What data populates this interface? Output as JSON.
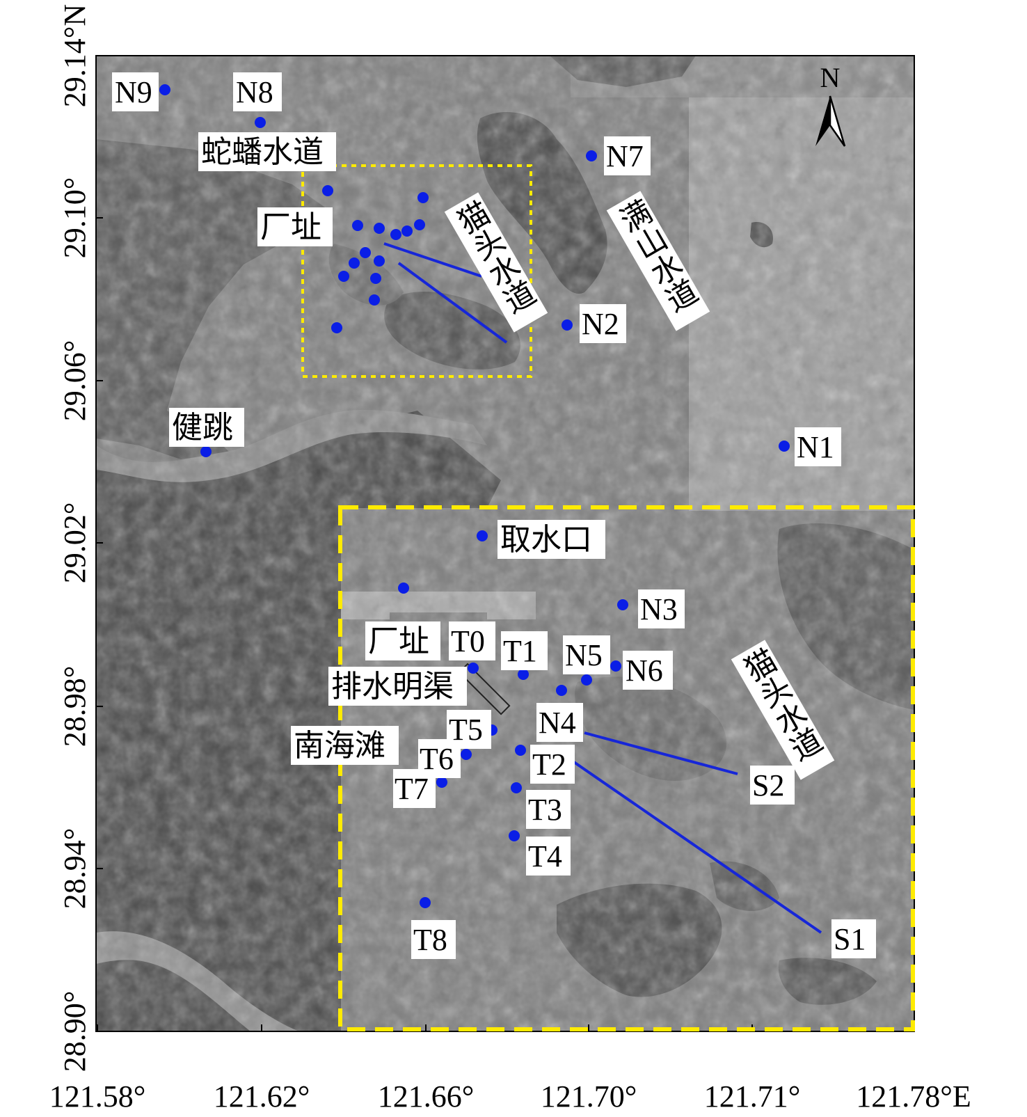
{
  "axes": {
    "x_ticks": [
      "121.58°",
      "121.62°",
      "121.66°",
      "121.70°",
      "121.71°",
      "121.78°E"
    ],
    "y_ticks": [
      "29.14°N",
      "29.10°",
      "29.06°",
      "29.02°",
      "28.98°",
      "28.94°",
      "28.90°"
    ]
  },
  "north_arrow": {
    "label": "N",
    "icon": "north-arrow-icon"
  },
  "colors": {
    "station": "#0a1ee6",
    "line": "#1626d8",
    "box": "#ffeb00",
    "label_bg": "#ffffff"
  },
  "place_labels": {
    "sheban": "蛇蟠水道",
    "changzhi_north": "厂址",
    "maotou_north": "猫头水道",
    "manshan": "满山水道",
    "jiantiao": "健跳",
    "qushuikou": "取水口",
    "changzhi_south": "厂址",
    "paishui": "排水明渠",
    "nanhaitan": "南海滩",
    "maotou_south": "猫头水道"
  },
  "stations": {
    "N1": "N1",
    "N2": "N2",
    "N3": "N3",
    "N4": "N4",
    "N5": "N5",
    "N6": "N6",
    "N7": "N7",
    "N8": "N8",
    "N9": "N9",
    "T0": "T0",
    "T1": "T1",
    "T2": "T2",
    "T3": "T3",
    "T4": "T4",
    "T5": "T5",
    "T6": "T6",
    "T7": "T7",
    "T8": "T8",
    "S1": "S1",
    "S2": "S2"
  }
}
